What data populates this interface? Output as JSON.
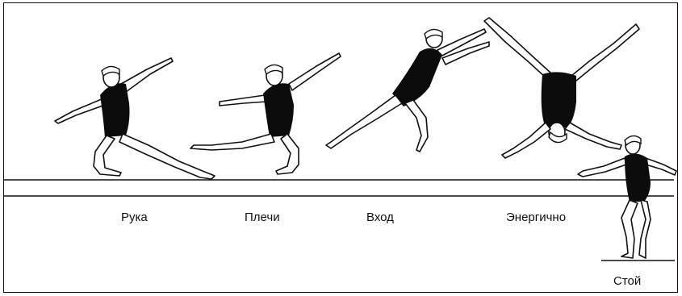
{
  "labels": {
    "phase1": "Рука",
    "phase2": "Плечи",
    "phase3": "Вход",
    "phase4": "Энергично",
    "phase5": "Стой"
  },
  "colors": {
    "ink": "#111111",
    "background": "#ffffff"
  },
  "icons": [
    "gymnast-figure"
  ]
}
